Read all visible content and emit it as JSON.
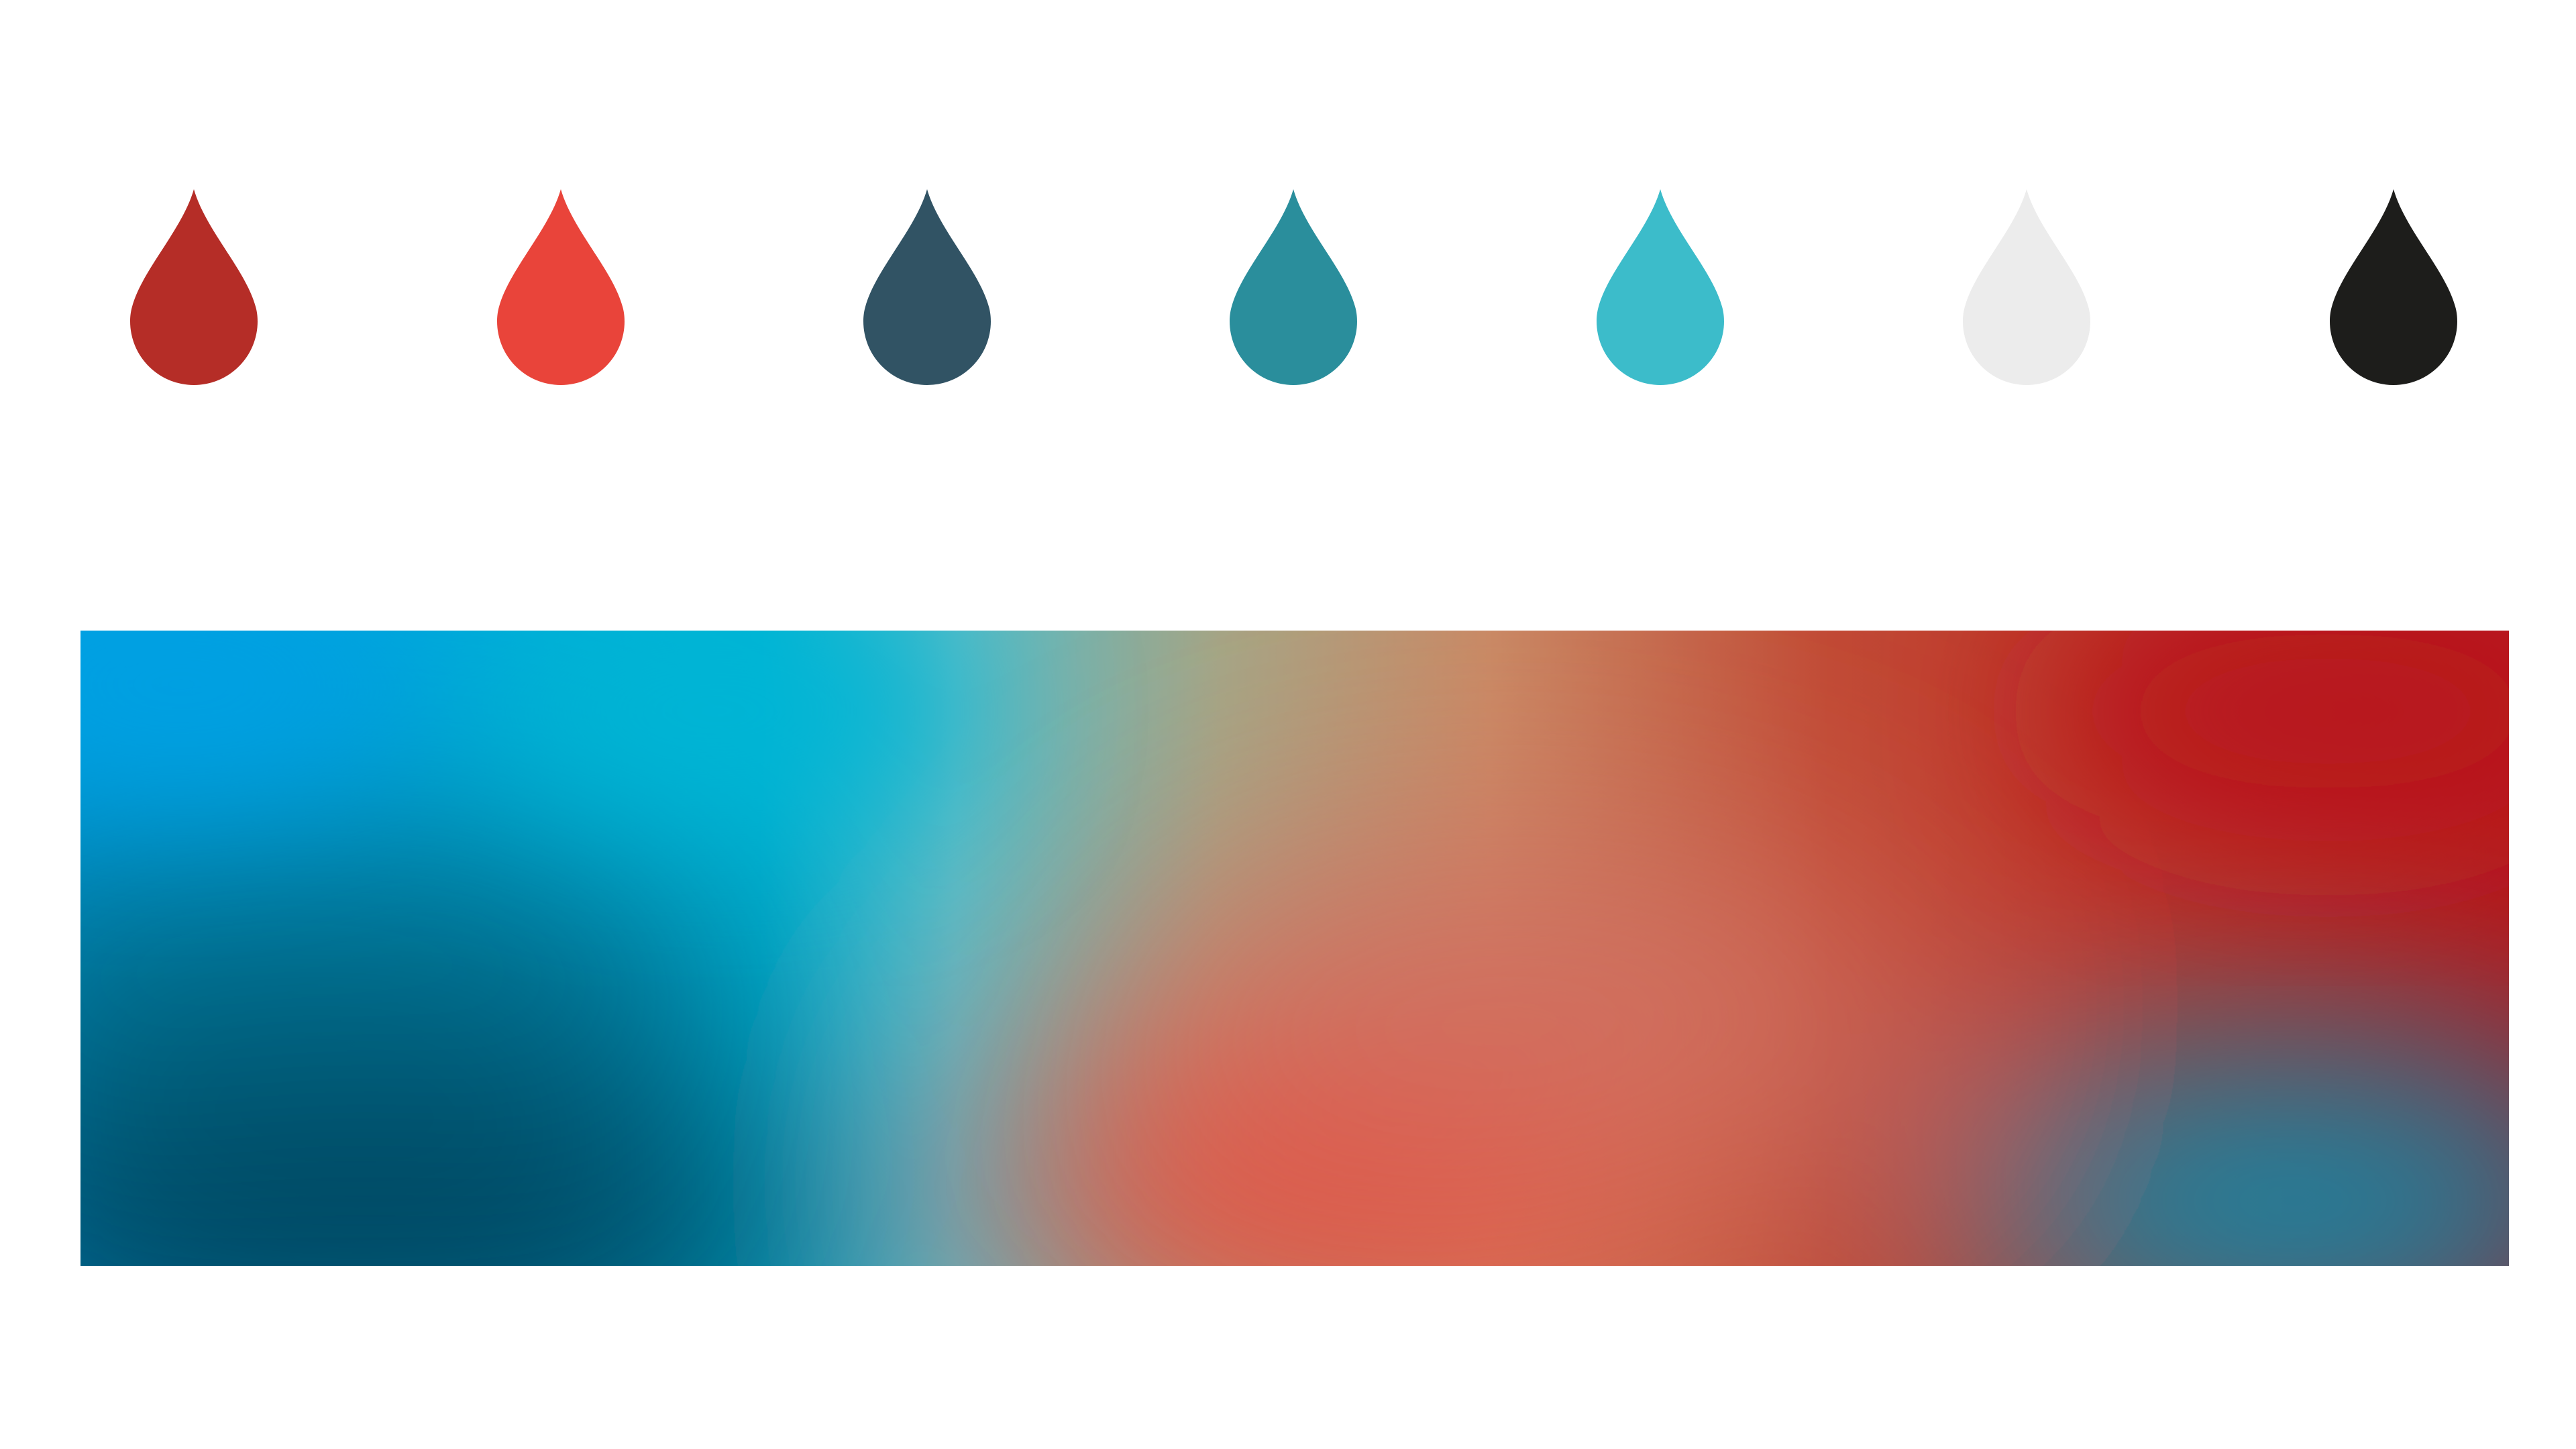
{
  "palette": [
    {
      "name": "dark-red",
      "color": "#B52D27"
    },
    {
      "name": "coral-red",
      "color": "#E9443A"
    },
    {
      "name": "slate-blue",
      "color": "#315364"
    },
    {
      "name": "teal",
      "color": "#2A8E9C"
    },
    {
      "name": "light-cyan",
      "color": "#3CBCCA"
    },
    {
      "name": "light-gray",
      "color": "#ECECEC"
    },
    {
      "name": "black",
      "color": "#1D1D1B"
    }
  ],
  "gradient": {
    "colors": {
      "sky_blue": "#00A0E3",
      "cyan": "#00B5D5",
      "light_teal": "#5ABCC6",
      "sage": "#A5A585",
      "tan": "#C98A65",
      "brick": "#C14A35",
      "crimson": "#B8191B",
      "deep_navy": "#00445F",
      "petrol": "#00708F",
      "coral": "#E84439",
      "salmon": "#D07060",
      "teal_blue": "#0090B3"
    }
  }
}
